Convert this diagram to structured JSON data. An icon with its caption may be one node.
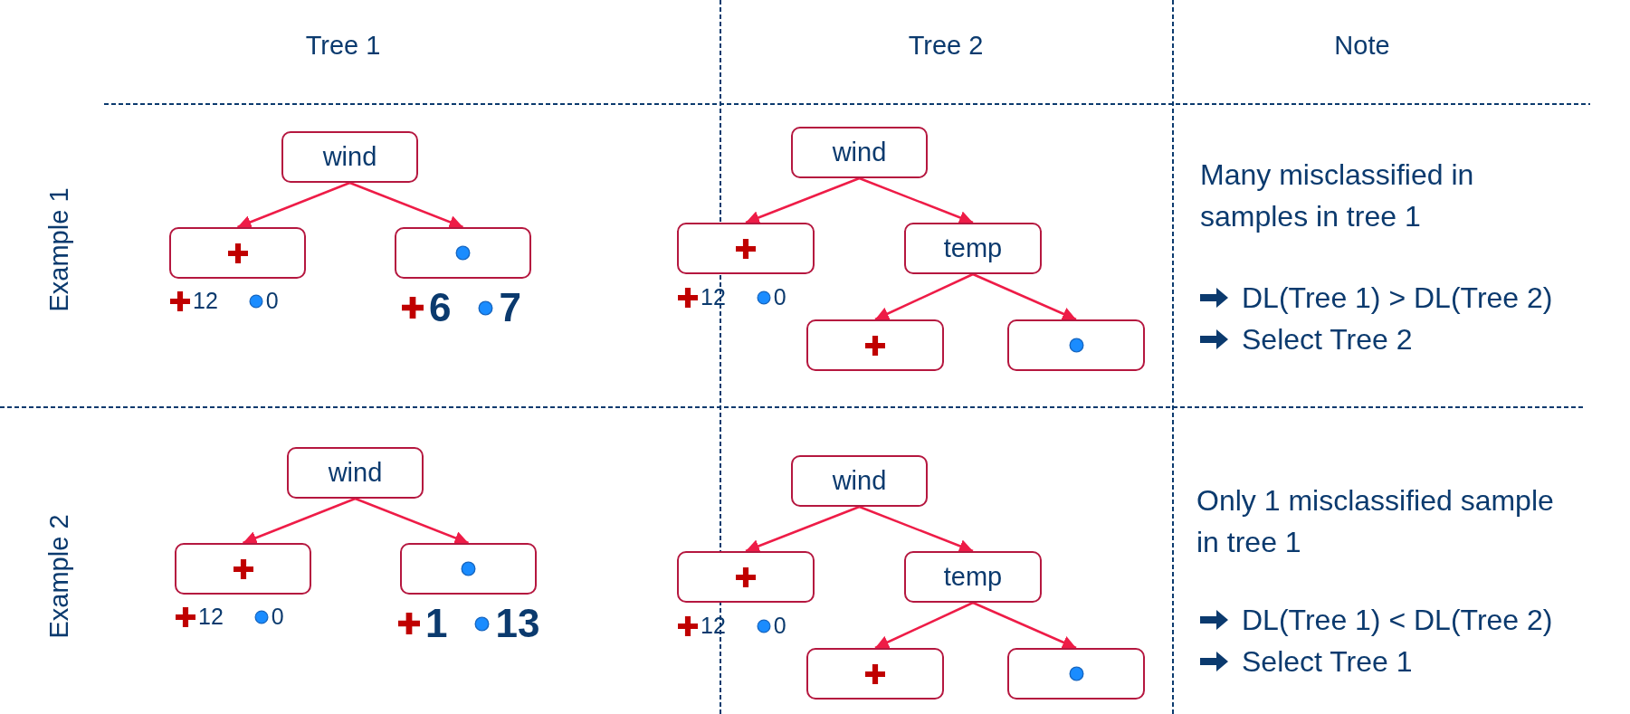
{
  "diagram": {
    "nodes": [
      {
        "text": [
          "wind"
        ]
      },
      {
        "text": [],
        "shape": "box",
        "beside": [
          "12",
          "0"
        ]
      },
      {
        "text": [],
        "shape": "box",
        "beside": [
          "6",
          "7"
        ]
      },
      {
        "text": [
          "wind"
        ]
      },
      {
        "text": [],
        "shape": "box",
        "beside": [
          "12",
          "0"
        ]
      },
      {
        "text": [
          "temp"
        ]
      },
      {
        "text": [],
        "shape": "box"
      },
      {
        "text": [],
        "shape": "box"
      },
      {
        "text": [
          "wind"
        ]
      },
      {
        "text": [],
        "shape": "box",
        "beside": [
          "12",
          "0"
        ]
      },
      {
        "text": [],
        "shape": "box",
        "beside": [
          "1",
          "13"
        ]
      },
      {
        "text": [
          "wind"
        ]
      },
      {
        "text": [],
        "shape": "box",
        "beside": [
          "12",
          "0"
        ]
      },
      {
        "text": [
          "temp"
        ]
      },
      {
        "text": [],
        "shape": "box"
      },
      {
        "text": [],
        "shape": "box"
      }
    ],
    "edges": [
      {
        "from": 0,
        "to": 1,
        "arrow": "to"
      },
      {
        "from": 0,
        "to": 2,
        "arrow": "to"
      },
      {
        "from": 3,
        "to": 4,
        "arrow": "to"
      },
      {
        "from": 3,
        "to": 5,
        "arrow": "to"
      },
      {
        "from": 5,
        "to": 6,
        "arrow": "to"
      },
      {
        "from": 5,
        "to": 7,
        "arrow": "to"
      },
      {
        "from": 8,
        "to": 9,
        "arrow": "to"
      },
      {
        "from": 8,
        "to": 10,
        "arrow": "to"
      },
      {
        "from": 11,
        "to": 12,
        "arrow": "to"
      },
      {
        "from": 11,
        "to": 13,
        "arrow": "to"
      },
      {
        "from": 13,
        "to": 14,
        "arrow": "to"
      },
      {
        "from": 13,
        "to": 15,
        "arrow": "to"
      }
    ],
    "labels": [
      "Tree 1",
      "Tree 2",
      "Note",
      "Example 1",
      "Many misclassified in samples in tree 1",
      "DL(Tree 1) > DL(Tree 2)",
      "Select Tree 2",
      "Example 2",
      "Only 1 misclassified sample in tree 1",
      "DL(Tree 1) < DL(Tree 2)",
      "Select Tree 1"
    ]
  }
}
